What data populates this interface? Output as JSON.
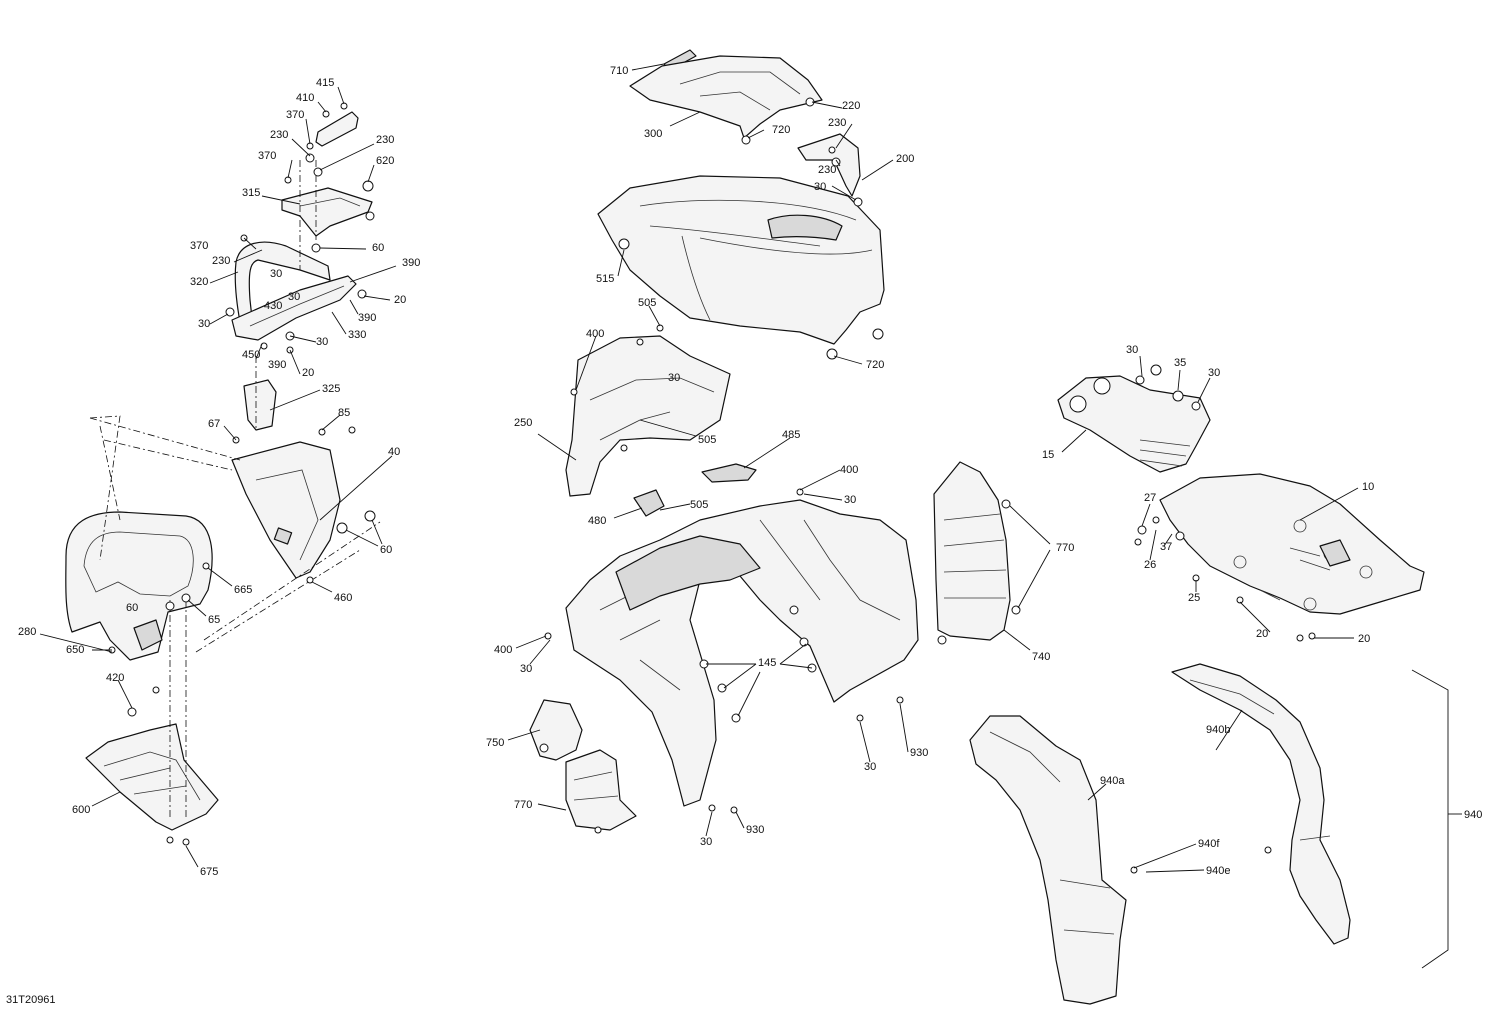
{
  "diagram": {
    "reference_code": "31T20961",
    "callouts": [
      "415",
      "410",
      "370",
      "230",
      "230",
      "370",
      "620",
      "315",
      "370",
      "230",
      "60",
      "320",
      "30",
      "390",
      "20",
      "430",
      "30",
      "390",
      "30",
      "330",
      "30",
      "450",
      "390",
      "20",
      "325",
      "67",
      "85",
      "40",
      "60",
      "60",
      "665",
      "65",
      "280",
      "650",
      "460",
      "420",
      "600",
      "675",
      "710",
      "220",
      "720",
      "230",
      "300",
      "230",
      "200",
      "30",
      "515",
      "720",
      "505",
      "400",
      "30",
      "250",
      "505",
      "485",
      "400",
      "30",
      "480",
      "505",
      "400",
      "30",
      "145",
      "750",
      "770",
      "930",
      "30",
      "930",
      "30",
      "770",
      "740",
      "30",
      "35",
      "30",
      "15",
      "10",
      "27",
      "37",
      "26",
      "25",
      "20",
      "20",
      "940a",
      "940b",
      "940f",
      "940e",
      "940"
    ]
  }
}
